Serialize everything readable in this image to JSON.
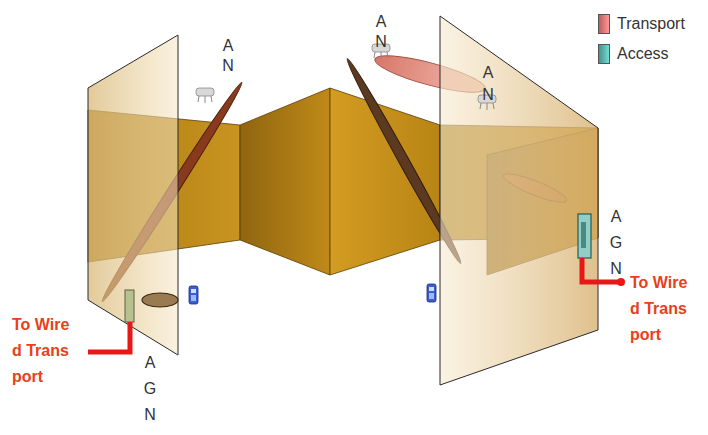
{
  "diagram": {
    "labels": [
      "AN",
      "AN",
      "AN",
      "AGN",
      "AGN",
      "To Wired Transport",
      "To Wired Transport"
    ],
    "legend": [
      {
        "text": "Transport",
        "color": "#e07a78"
      },
      {
        "text": "Access",
        "color": "#5bb5ad"
      }
    ]
  }
}
